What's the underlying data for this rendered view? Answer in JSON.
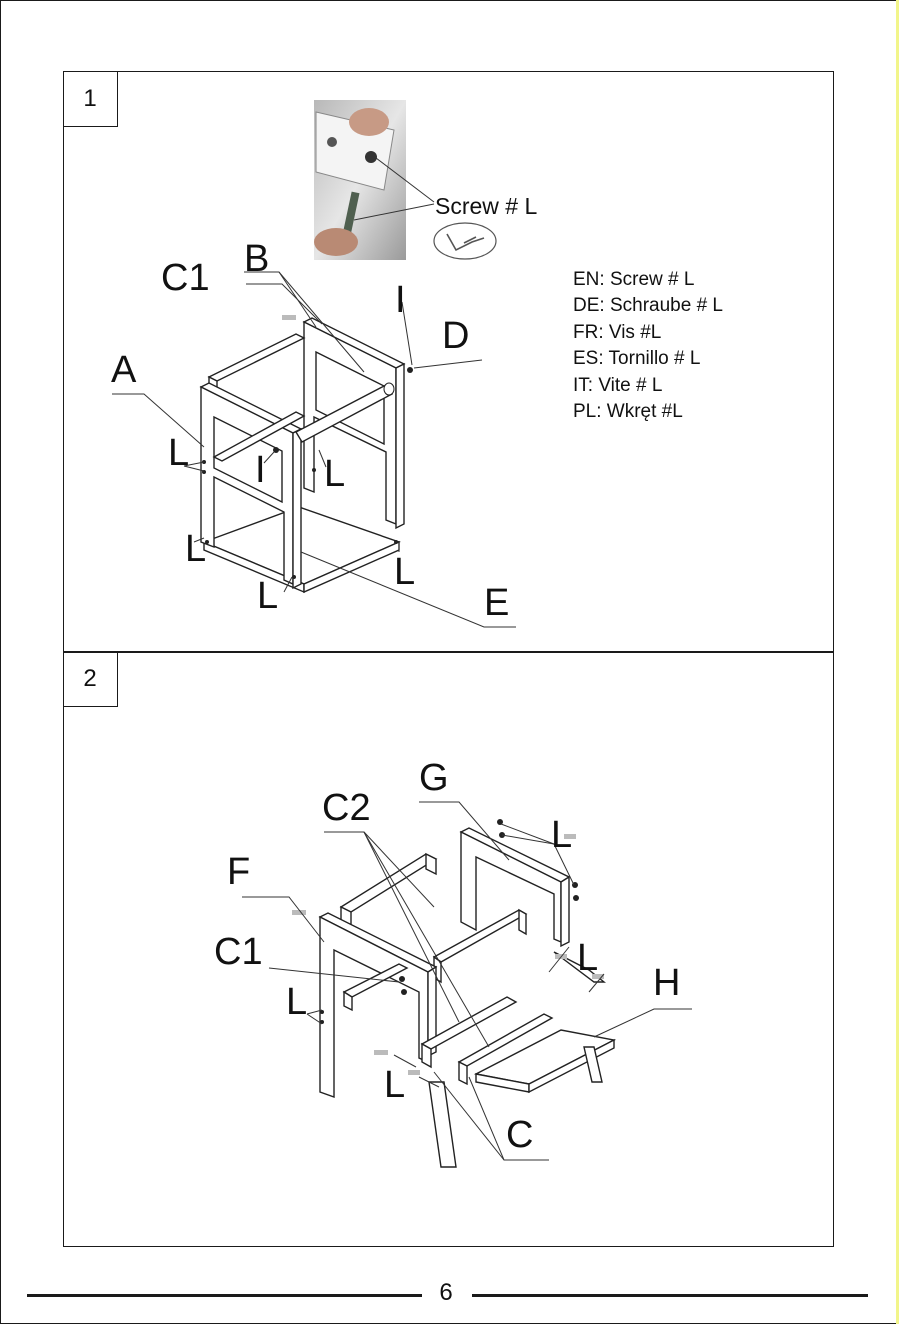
{
  "page_number": "6",
  "step1": {
    "number": "1",
    "photo_label": "Screw # L",
    "part_labels": {
      "A": "A",
      "B": "B",
      "C1": "C1",
      "D": "D",
      "E": "E",
      "I": "I",
      "L": "L"
    },
    "legend": [
      "EN: Screw # L",
      "DE: Schraube # L",
      "FR: Vis #L",
      "ES: Tornillo # L",
      "IT: Vite # L",
      "PL: Wkręt #L"
    ]
  },
  "step2": {
    "number": "2",
    "part_labels": {
      "G": "G",
      "C2": "C2",
      "F": "F",
      "C1": "C1",
      "H": "H",
      "C": "C",
      "L": "L"
    }
  }
}
